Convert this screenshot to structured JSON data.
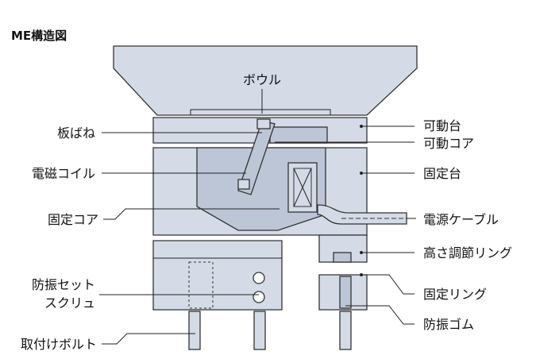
{
  "title": "ME構造図",
  "labels": {
    "bowl": "ボウル",
    "leaf_spring": "板ばね",
    "coil": "電磁コイル",
    "fixed_core": "固定コア",
    "screw_line1": "防振セット",
    "screw_line2": "スクリュ",
    "mount_bolt": "取付けボルト",
    "movable_base": "可動台",
    "movable_core": "可動コア",
    "fixed_base": "固定台",
    "power_cable": "電源ケーブル",
    "height_ring": "高さ調節リング",
    "fixed_ring": "固定リング",
    "rubber": "防振ゴム"
  },
  "colors": {
    "part_fill": "#d4dbe7",
    "part_fill_dark": "#bcc6d6",
    "outline": "#333333"
  }
}
